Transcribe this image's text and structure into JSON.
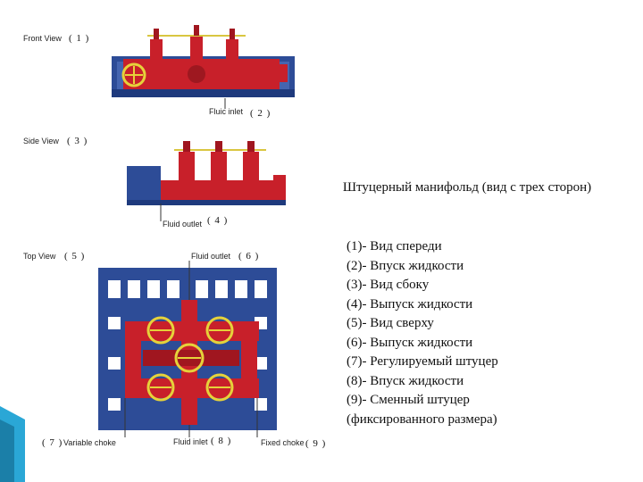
{
  "views": {
    "front_label": "Front View",
    "side_label": "Side View",
    "top_label": "Top View"
  },
  "callouts": {
    "fluid_inlet_front": "Fluic inlet",
    "fluid_outlet_side": "Fluid outlet",
    "fluid_outlet_top": "Fluid outlet",
    "variable_choke": "Variable choke",
    "fluid_inlet_top": "Fluid inlet",
    "fixed_choke": "Fixed choke"
  },
  "numbers": {
    "n1": "( 1 )",
    "n2": "( 2 )",
    "n3": "( 3 )",
    "n4": "( 4 )",
    "n5": "( 5 )",
    "n6": "( 6 )",
    "n7": "( 7 )",
    "n8": "( 8 )",
    "n9": "( 9 )"
  },
  "title": "Штуцерный манифольд (вид с трех сторон)",
  "legend": [
    "(1)- Вид спереди",
    "(2)- Впуск жидкости",
    "(3)- Вид сбоку",
    "(4)- Выпуск жидкости",
    "(5)- Вид сверху",
    "(6)- Выпуск жидкости",
    "(7)- Регулируемый штуцер",
    "(8)- Впуск жидкости",
    "(9)- Сменный штуцер",
    "(фиксированного размера)"
  ],
  "colors": {
    "frame_blue": "#2d4c97",
    "valve_red": "#c8202a",
    "wheel_yellow": "#e6d23a",
    "accent_cyan": "#2aa7d6"
  }
}
